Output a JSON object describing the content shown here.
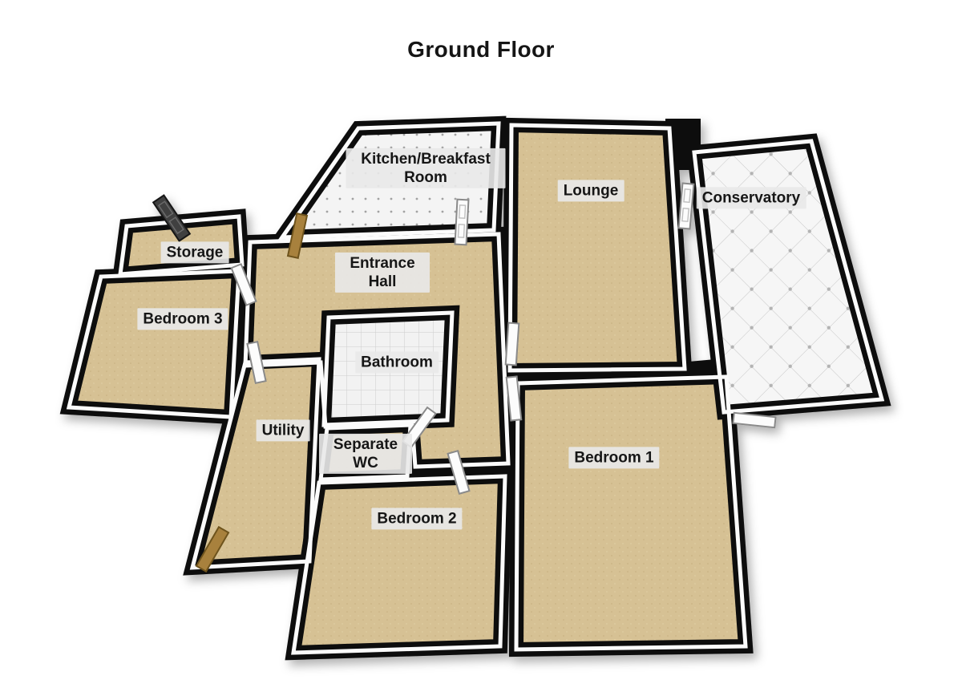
{
  "title": "Ground Floor",
  "rooms": [
    {
      "name": "kitchen-breakfast-room",
      "label": "Kitchen/Breakfast Room"
    },
    {
      "name": "lounge",
      "label": "Lounge"
    },
    {
      "name": "conservatory",
      "label": "Conservatory"
    },
    {
      "name": "storage",
      "label": "Storage"
    },
    {
      "name": "entrance-hall",
      "label": "Entrance Hall"
    },
    {
      "name": "bedroom-3",
      "label": "Bedroom 3"
    },
    {
      "name": "bathroom",
      "label": "Bathroom"
    },
    {
      "name": "utility",
      "label": "Utility"
    },
    {
      "name": "separate-wc",
      "label": "Separate WC"
    },
    {
      "name": "bedroom-2",
      "label": "Bedroom 2"
    },
    {
      "name": "bedroom-1",
      "label": "Bedroom 1"
    }
  ],
  "colors": {
    "wall": "#0c0c0c",
    "wall_top": "#fbfbfb",
    "carpet": "#d6c194",
    "tile": "#f4f4f4",
    "label_bg": "#e9e9e9",
    "wood_door": "#a8813e"
  }
}
